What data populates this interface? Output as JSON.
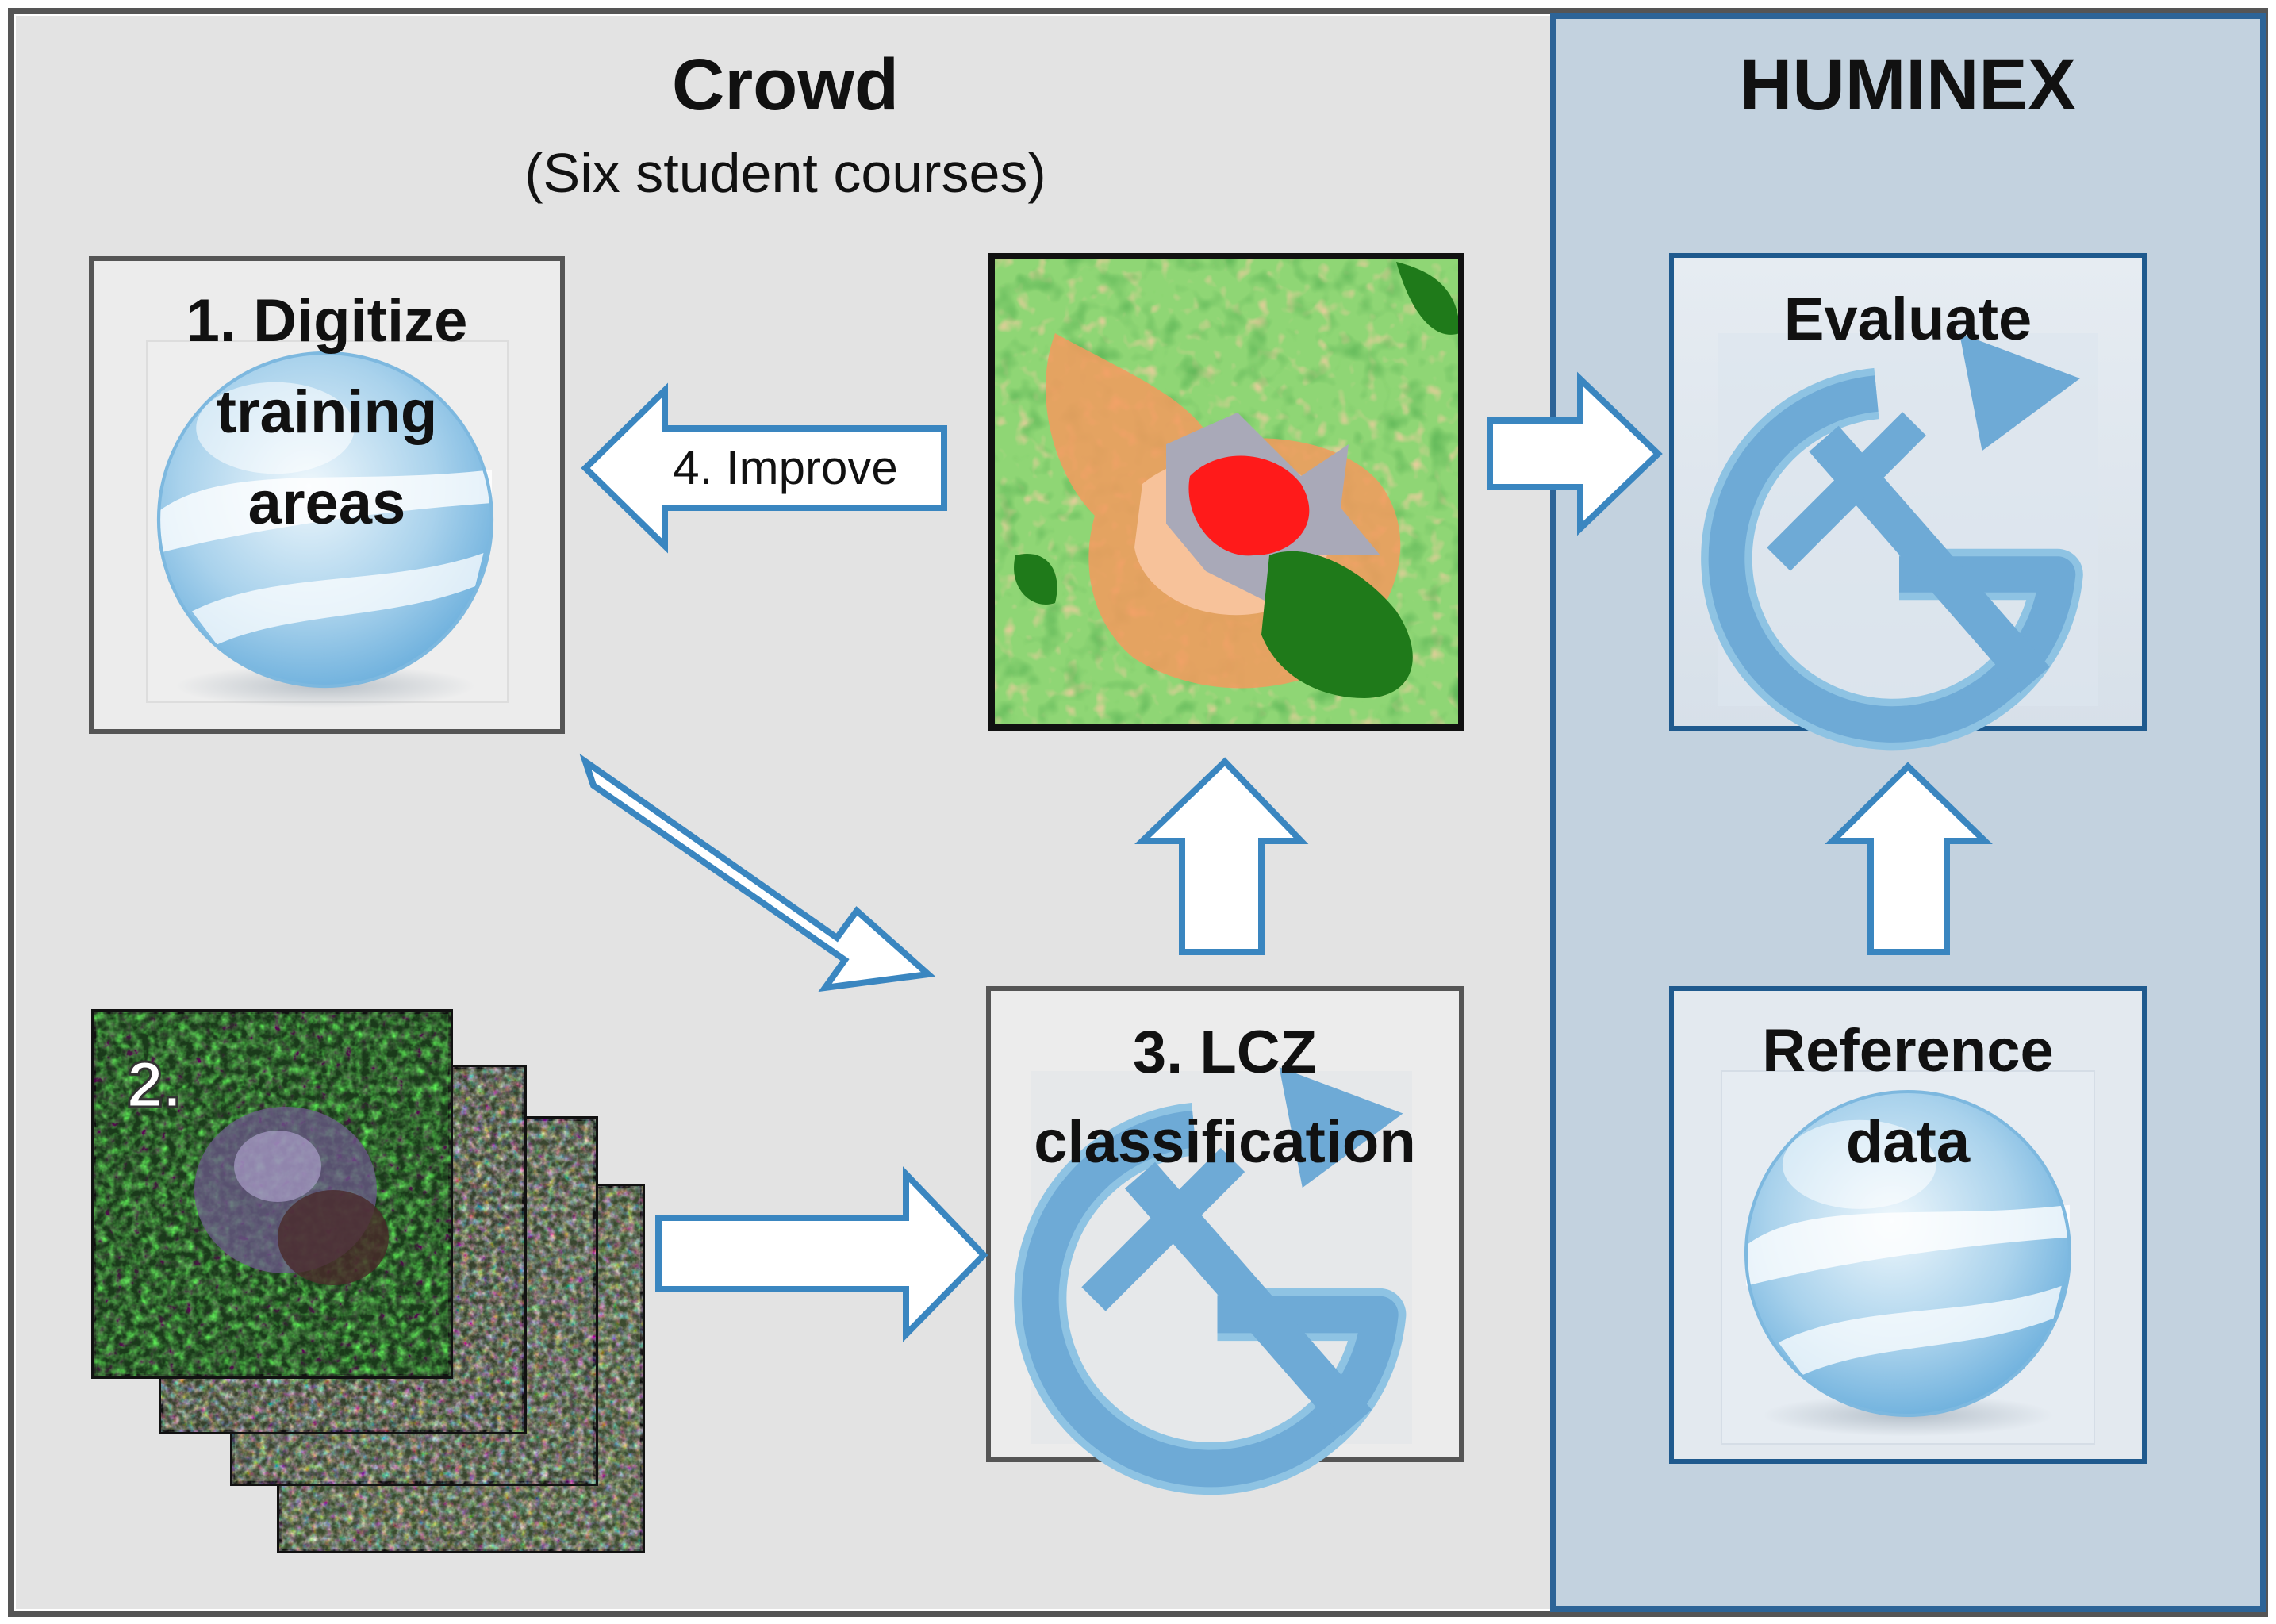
{
  "crowd": {
    "title": "Crowd",
    "subtitle": "(Six student courses)",
    "digitize_line1": "1. Digitize",
    "digitize_line2": "training",
    "digitize_line3": "areas",
    "step2_label": "2.",
    "lcz_line1": "3. LCZ",
    "lcz_line2": "classification",
    "improve_label": "4. Improve"
  },
  "huminex": {
    "title": "HUMINEX",
    "evaluate_label": "Evaluate",
    "reference_line1": "Reference",
    "reference_line2": "data"
  },
  "colors": {
    "crowd_panel": "#e3e3e3",
    "huminex_panel": "#c3d2df",
    "arrow_stroke": "#3a86c0",
    "box_border_gray": "#555555",
    "box_border_blue": "#1f5a8e",
    "map_green_light": "#8fd675",
    "map_green_dark": "#1f7a1a",
    "map_orange": "#f39a5e",
    "map_red": "#ff1a1a",
    "map_gray": "#a9a9b8",
    "map_salmon": "#f7c29a"
  },
  "icons": [
    "google-earth-globe-icon",
    "lcz-wudapt-logo-icon",
    "satellite-image-stack-icon",
    "lcz-map-thumbnail"
  ]
}
